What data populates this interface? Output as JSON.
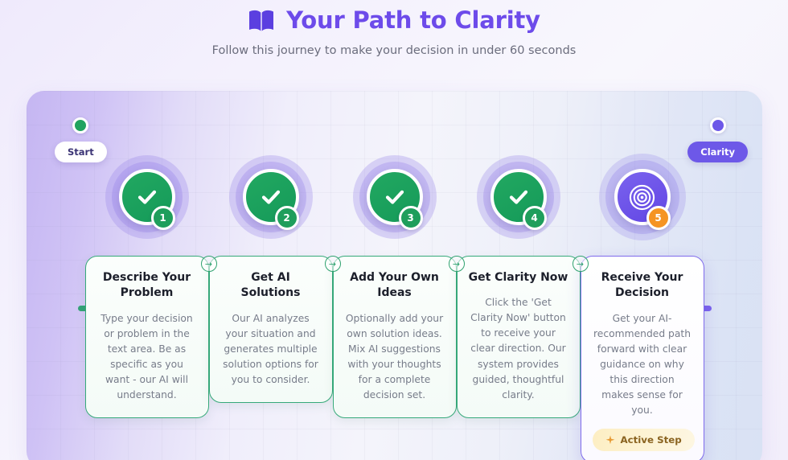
{
  "header": {
    "icon": "open-book-icon",
    "title": "Your Path to Clarity",
    "subtitle": "Follow this journey to make your decision in under 60 seconds"
  },
  "journey": {
    "start_marker": {
      "label": "Start",
      "dot_color": "#21a35f"
    },
    "end_marker": {
      "label": "Clarity",
      "dot_color": "#6d58e8"
    },
    "connector_arrow": "→",
    "steps": [
      {
        "number": "1",
        "state": "done",
        "node_icon": "check-icon",
        "title": "Describe Your Problem",
        "body": "Type your decision or problem in the text area. Be as specific as you want - our AI will understand."
      },
      {
        "number": "2",
        "state": "done",
        "node_icon": "check-icon",
        "title": "Get AI Solutions",
        "body": "Our AI analyzes your situation and generates multiple solution options for you to consider."
      },
      {
        "number": "3",
        "state": "done",
        "node_icon": "check-icon",
        "title": "Add Your Own Ideas",
        "body": "Optionally add your own solution ideas. Mix AI suggestions with your thoughts for a complete decision set."
      },
      {
        "number": "4",
        "state": "done",
        "node_icon": "check-icon",
        "title": "Get Clarity Now",
        "body": "Click the 'Get Clarity Now' button to receive your clear direction. Our system provides guided, thoughtful clarity."
      },
      {
        "number": "5",
        "state": "active",
        "node_icon": "target-icon",
        "title": "Receive Your Decision",
        "body": "Get your AI-recommended path forward with clear guidance on why this direction makes sense for you.",
        "badge": {
          "icon": "sparkle-icon",
          "label": "Active Step"
        }
      }
    ]
  },
  "colors": {
    "accent_purple": "#6d4bea",
    "done_green": "#21a35f",
    "active_purple": "#6246e4",
    "badge_orange": "#f59423",
    "card_border_green": "#36a97a",
    "active_badge_text": "#8a6320"
  }
}
